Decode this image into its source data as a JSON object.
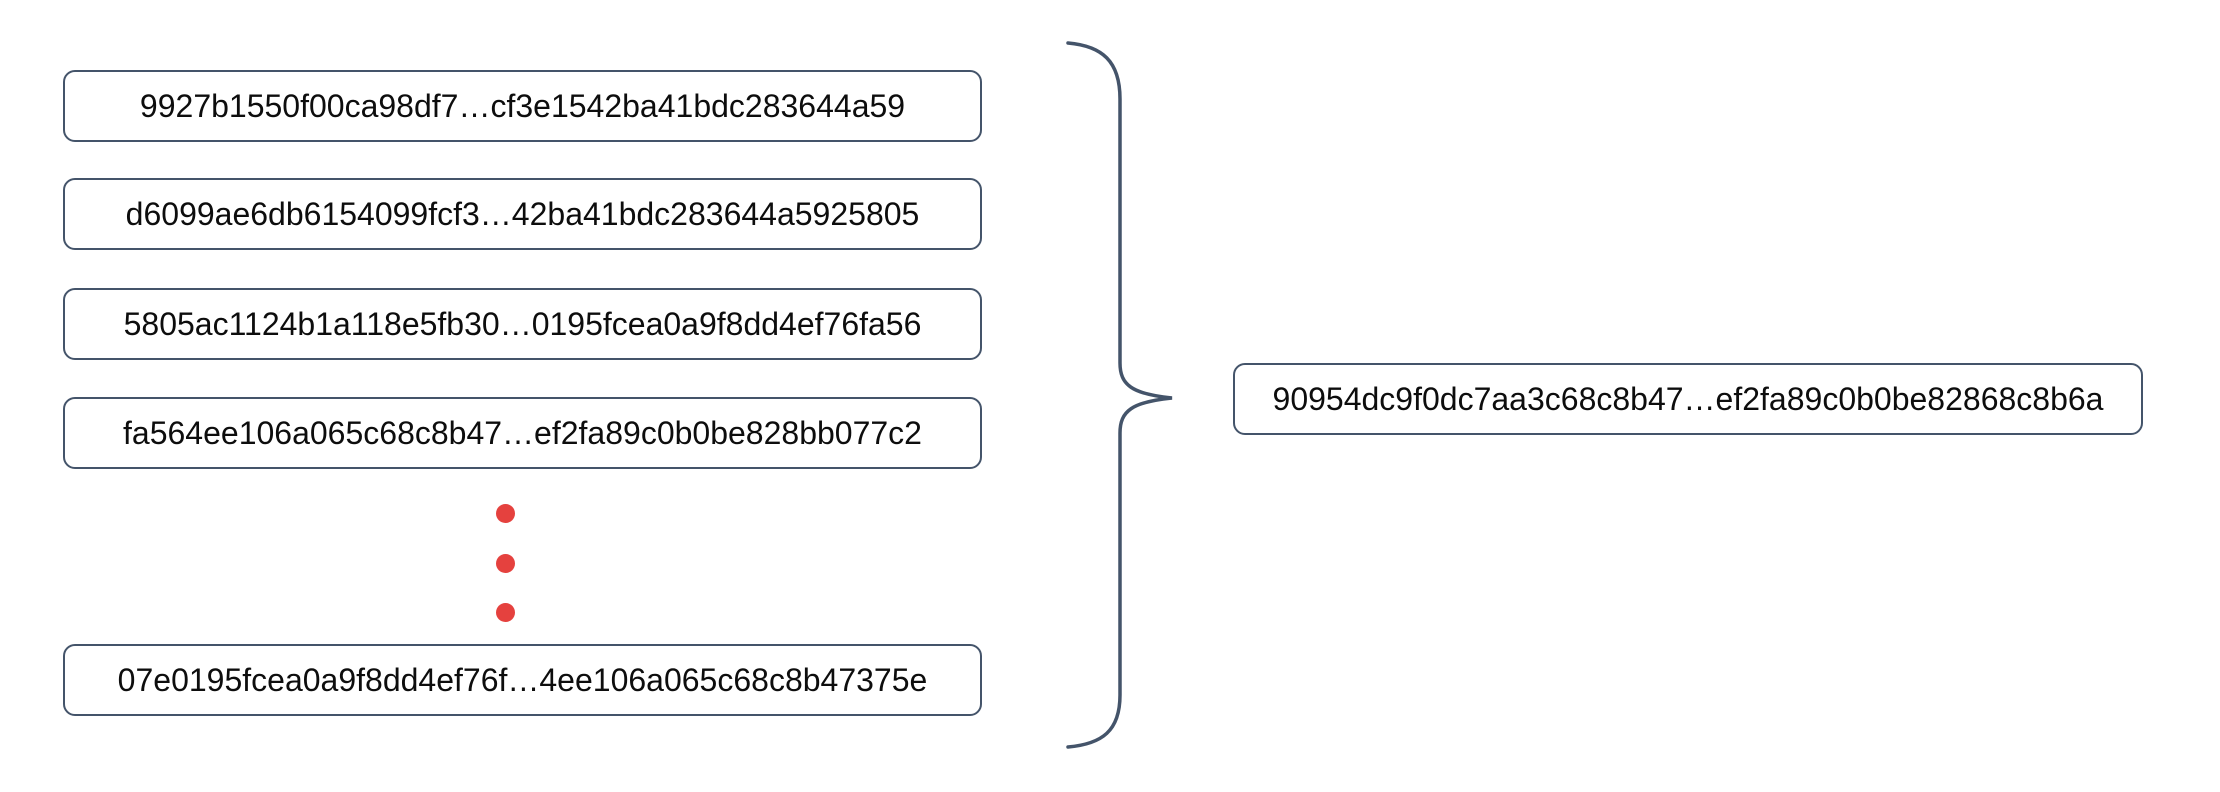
{
  "diagram": {
    "left_blocks": [
      {
        "label": "9927b1550f00ca98df7…cf3e1542ba41bdc283644a59"
      },
      {
        "label": "d6099ae6db6154099fcf3…42ba41bdc283644a5925805"
      },
      {
        "label": "5805ac1124b1a118e5fb30…0195fcea0a9f8dd4ef76fa56"
      },
      {
        "label": "fa564ee106a065c68c8b47…ef2fa89c0b0be828bb077c2"
      },
      {
        "label": "07e0195fcea0a9f8dd4ef76f…4ee106a065c68c8b47375e"
      }
    ],
    "result_block": {
      "label": "90954dc9f0dc7aa3c68c8b47…ef2fa89c0b0be82868c8b6a"
    },
    "ellipsis_dot_count": 3,
    "colors": {
      "box_border": "#44546a",
      "brace": "#44546a",
      "dot_red": "#e5413e",
      "text": "#0d0d0d",
      "background": "#ffffff"
    }
  }
}
